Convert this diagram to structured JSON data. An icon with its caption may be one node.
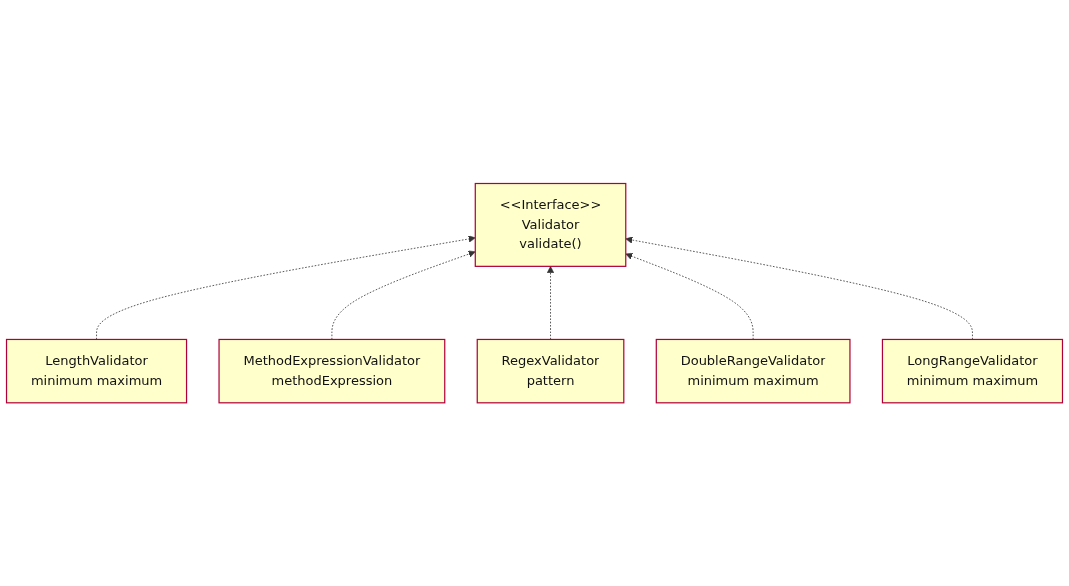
{
  "diagram": {
    "nodes": [
      {
        "text": [
          "<<Interface>>",
          "Validator",
          "validate()"
        ]
      },
      {
        "text": [
          "LengthValidator",
          "minimum maximum"
        ]
      },
      {
        "text": [
          "LongRangeValidator",
          "minimum maximum"
        ]
      },
      {
        "text": [
          "RegexValidator",
          "pattern"
        ]
      },
      {
        "text": [
          "MethodExpressionValidator",
          "methodExpression"
        ]
      },
      {
        "text": [
          "DoubleRangeValidator",
          "minimum maximum"
        ]
      }
    ],
    "edges": [
      {
        "from": 1,
        "to": 0,
        "arrow": "to",
        "style": "dashed"
      },
      {
        "from": 4,
        "to": 0,
        "arrow": "to",
        "style": "dashed"
      },
      {
        "from": 3,
        "to": 0,
        "arrow": "to",
        "style": "dashed"
      },
      {
        "from": 5,
        "to": 0,
        "arrow": "to",
        "style": "dashed"
      },
      {
        "from": 2,
        "to": 0,
        "arrow": "to",
        "style": "dashed"
      }
    ]
  }
}
